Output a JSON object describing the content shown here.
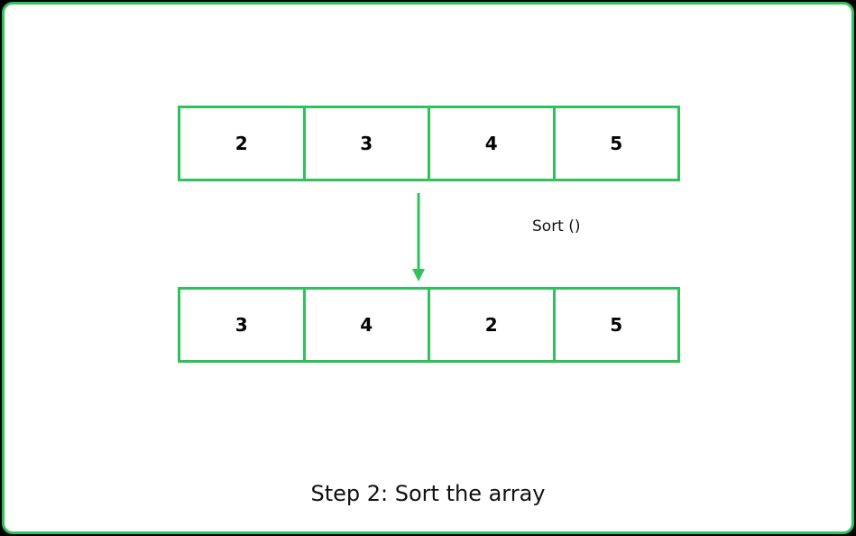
{
  "diagram": {
    "input_array": [
      "2",
      "3",
      "4",
      "5"
    ],
    "output_array": [
      "3",
      "4",
      "2",
      "5"
    ],
    "operation_label": "Sort ()",
    "caption": "Step 2: Sort the array"
  },
  "colors": {
    "accent": "#2fc25b",
    "text": "#000000",
    "background": "#ffffff"
  }
}
